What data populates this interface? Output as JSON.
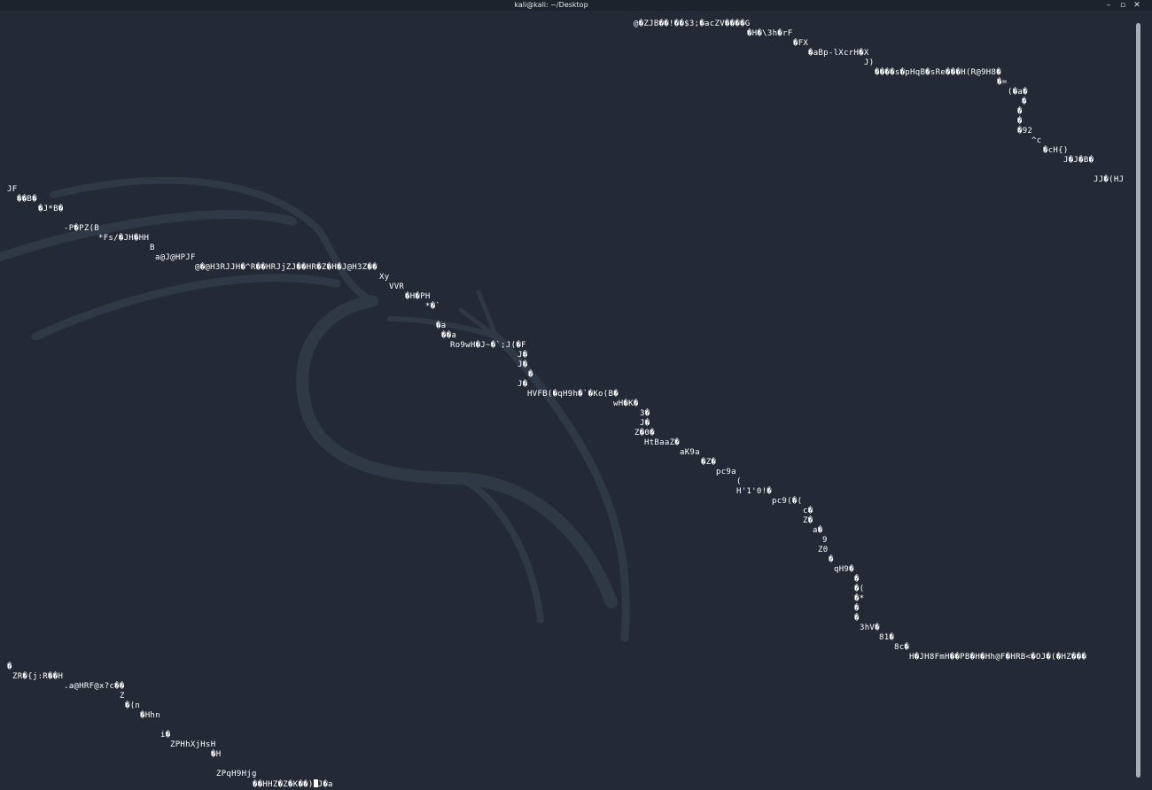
{
  "window": {
    "title": "kali@kali: ~/Desktop",
    "minimize_glyph": "–",
    "maximize_glyph": "▫",
    "close_glyph": "✕"
  },
  "colors": {
    "background": "#232a35",
    "text": "#ffffff",
    "titlebar": "#1d232c",
    "dragon": "#313a47"
  },
  "icons": {
    "wallpaper": "kali-dragon-logo"
  },
  "terminal_lines": [
    "@�ZJB��!��$3;�acZV����G",
    "�H�\\3h�rF",
    "�FX",
    "�aBp-lXcrH�X",
    "J)",
    "����s�pHqB�sRe���H(R@9H8�",
    "�=",
    "(�a�",
    "�",
    "�",
    "�",
    "�92",
    "^c",
    "�cH{)",
    "J�J�B�",
    "JJ�(HJ",
    "JF",
    "��B�",
    "�J*B�",
    "-P�PZ(B",
    "*Fs/�JH�HH",
    "B",
    "a@J@HPJF",
    "@�@H3RJJH�^R��HRJjZJ��HR�Z�H�J@H3Z��",
    "Xy",
    "VVR",
    "�H�PH",
    "*�`",
    "�a",
    "��a",
    "Ro9wH�J~�`;J(�F",
    "J�",
    "J�",
    "�",
    "J�",
    "HVFB(�qH9h�`�Ko(B�",
    "wH�K�",
    "3�",
    "J�",
    "Z�0�",
    "HtBaaZ�",
    "aK9a",
    "�Z�",
    "pc9a",
    "(",
    "H'1'0!�",
    "pc9(�(",
    "c�",
    "Z�",
    "a�",
    "9",
    "Z0",
    "�",
    "qH9�",
    "�",
    "�(",
    "�*",
    "�",
    "�",
    "3hV�",
    "81�",
    "8c�",
    "H�JH8FmH��PB�H�Hh@F�HRB<�OJ�(�HZ���",
    "�",
    "ZR�{j:R��H",
    ".a@HRF@x?c��",
    "Z",
    "�(n",
    "�Hhn",
    "i�",
    "ZPHhXjHsH",
    "�H",
    "ZPqH9Hjg",
    "��HHZ�Z�K��)",
    "J�a"
  ]
}
